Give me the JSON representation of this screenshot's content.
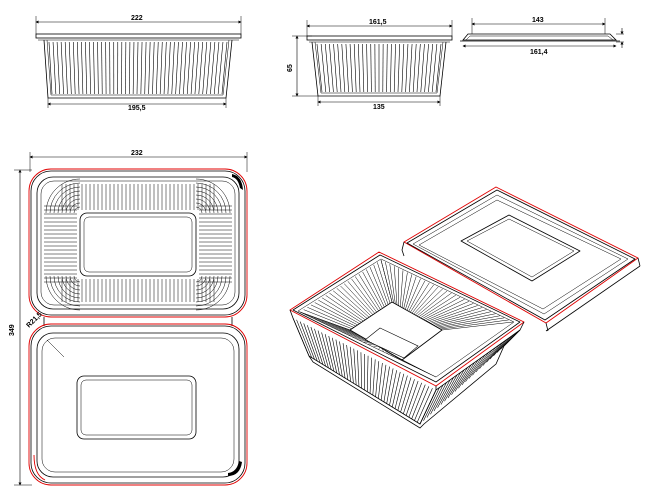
{
  "dimensions": {
    "front_top_width": "222",
    "front_bottom_width": "195,5",
    "side_top_width": "161,5",
    "side_height": "65",
    "side_bottom_width": "135",
    "lid_top_width": "143",
    "lid_bottom_width": "161,4",
    "plan_width": "232",
    "plan_height": "349",
    "plan_radius": "R21,5"
  },
  "colors": {
    "line": "#000000",
    "outline_accent": "#e00000",
    "background": "#ffffff"
  }
}
